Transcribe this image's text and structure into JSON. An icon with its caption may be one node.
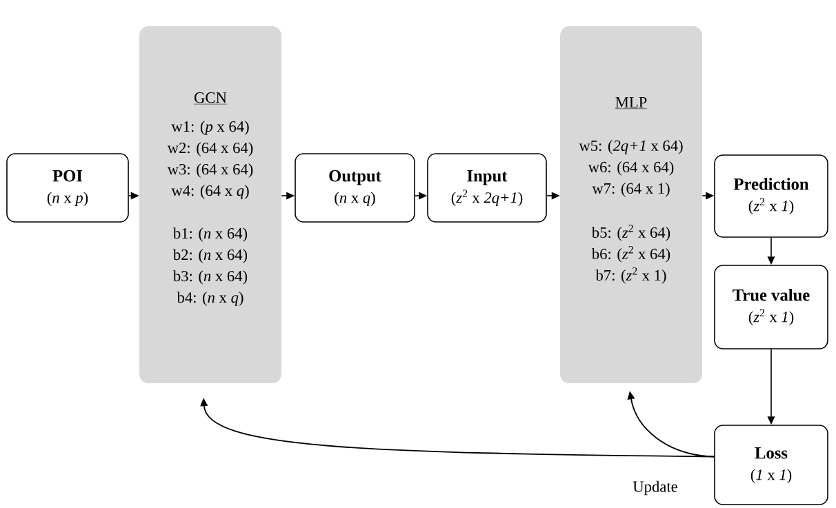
{
  "diagram": {
    "nodes": [
      {
        "text": [
          "POI",
          "(*n* x *p*)"
        ]
      },
      {
        "text": [
          "GCN",
          "w1: (*p* x 64)",
          "w2: (64 x 64)",
          "w3: (64 x 64)",
          "w4: (64 x *q*)",
          "b1: (*n* x 64)",
          "b2: (*n* x 64)",
          "b3: (*n* x 64)",
          "b4: (*n* x *q*)"
        ]
      },
      {
        "text": [
          "Output",
          "(*n* x *q*)"
        ]
      },
      {
        "text": [
          "Input",
          "(*z*$^{2}$ x *2q+1*)"
        ]
      },
      {
        "text": [
          "MLP",
          "w5: (*2q+1* x 64)",
          "w6: (64 x 64)",
          "w7: (64 x 1)",
          "b5: (*z*$^{2}$ x 64)",
          "b6: (*z*$^{2}$ x 64)",
          "b7: (*z*$^{2}$ x 1)"
        ]
      },
      {
        "text": [
          "Prediction",
          "(*z*$^{2}$ x *1*)"
        ]
      },
      {
        "text": [
          "True value",
          "(*z*$^{2}$ x *1*)"
        ]
      },
      {
        "text": [
          "Loss",
          "(*1* x *1*)"
        ]
      }
    ],
    "edges": [
      {
        "from": 0,
        "to": 1,
        "arrow": "to"
      },
      {
        "from": 1,
        "to": 2,
        "arrow": "to"
      },
      {
        "from": 2,
        "to": 3,
        "arrow": "to"
      },
      {
        "from": 3,
        "to": 4,
        "arrow": "to"
      },
      {
        "from": 4,
        "to": 5,
        "arrow": "to"
      },
      {
        "from": 5,
        "to": 6,
        "arrow": "to"
      },
      {
        "from": 6,
        "to": 7,
        "arrow": "to"
      },
      {
        "from": 7,
        "to": 1,
        "arrow": "to",
        "label": "Update"
      },
      {
        "from": 7,
        "to": 4,
        "arrow": "to"
      }
    ]
  }
}
